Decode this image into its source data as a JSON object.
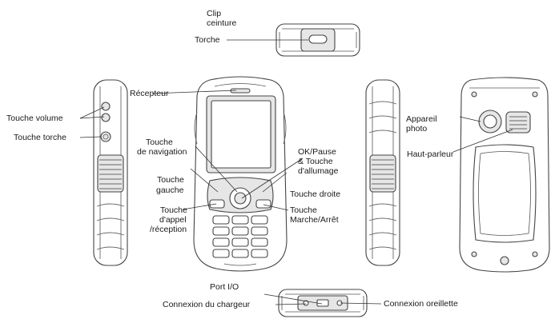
{
  "labels": {
    "clip": [
      "Clip",
      "ceinture"
    ],
    "torche": "Torche",
    "recepteur": "Récepteur",
    "touche_volume": "Touche volume",
    "touche_torche": "Touche torche",
    "touche_navigation": [
      "Touche",
      "de navigation"
    ],
    "ok_pause": [
      "OK/Pause",
      "& Touche",
      "d'allumage"
    ],
    "touche_gauche": [
      "Touche",
      "gauche"
    ],
    "touche_droite": "Touche droite",
    "touche_appel": [
      "Touche",
      "d'appel",
      "/réception"
    ],
    "touche_marche": [
      "Touche",
      "Marche/Arrêt"
    ],
    "appareil_photo": [
      "Appareil",
      "photo"
    ],
    "haut_parleur": "Haut-parleur",
    "port_io": "Port I/O",
    "connexion_chargeur": "Connexion du chargeur",
    "connexion_oreillette": "Connexion oreillette"
  },
  "icons": [
    "phone-front-illustration",
    "phone-left-side-illustration",
    "phone-right-side-illustration",
    "phone-back-illustration",
    "phone-top-illustration",
    "phone-bottom-illustration"
  ]
}
